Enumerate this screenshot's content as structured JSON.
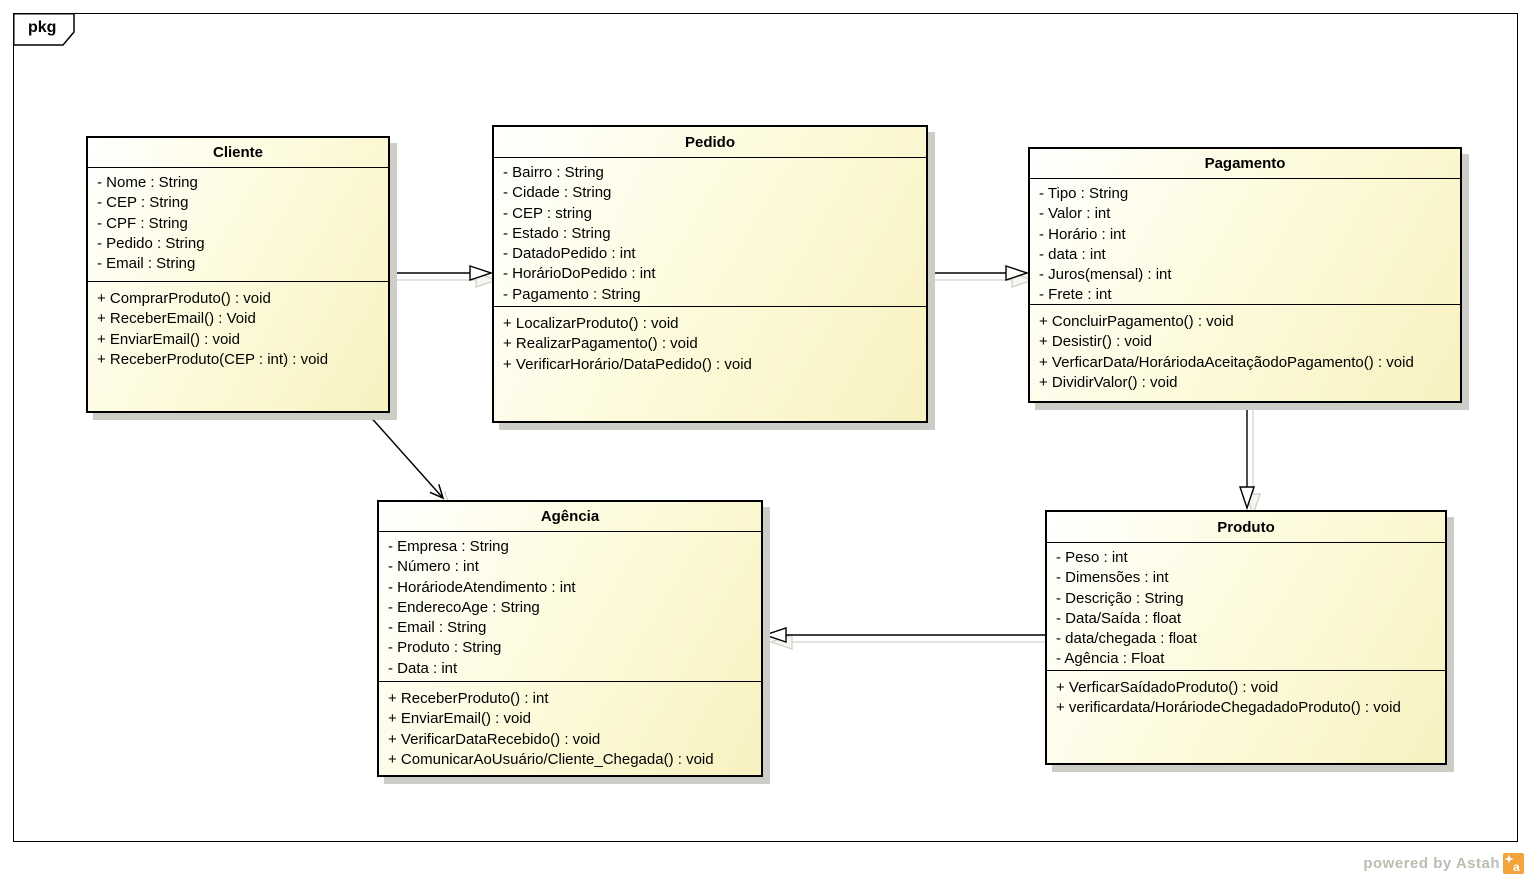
{
  "frame": {
    "label": "pkg"
  },
  "footer": {
    "powered_by": "powered by Astah",
    "logo_icon": "astah-logo"
  },
  "colors": {
    "box_fill_start": "#ffffff",
    "box_fill_end": "#f8f1c0",
    "box_border": "#000000",
    "box_shadow": "#cdcdc7",
    "watermark_text": "#bcbcb2",
    "astah_logo_orange": "#f2a33a"
  },
  "classes": [
    {
      "name": "Cliente",
      "attributes": [
        "- Nome : String",
        "- CEP : String",
        "- CPF : String",
        "- Pedido : String",
        "- Email : String"
      ],
      "methods": [
        "+ ComprarProduto() : void",
        "+ ReceberEmail() : Void",
        "+ EnviarEmail() : void",
        "+ ReceberProduto(CEP : int) : void"
      ]
    },
    {
      "name": "Pedido",
      "attributes": [
        "- Bairro : String",
        "- Cidade : String",
        "- CEP : string",
        "- Estado : String",
        "- DatadoPedido : int",
        "- HorárioDoPedido : int",
        "- Pagamento : String"
      ],
      "methods": [
        "+ LocalizarProduto() : void",
        "+ RealizarPagamento() : void",
        "+ VerificarHorário/DataPedido() : void"
      ]
    },
    {
      "name": "Pagamento",
      "attributes": [
        "- Tipo : String",
        "- Valor : int",
        "- Horário : int",
        "- data : int",
        "- Juros(mensal) : int",
        "- Frete : int"
      ],
      "methods": [
        "+ ConcluirPagamento() : void",
        "+ Desistir() : void",
        "+ VerficarData/HoráriodaAceitaçãodoPagamento() : void",
        "+ DividirValor() : void"
      ]
    },
    {
      "name": "Agência",
      "attributes": [
        "- Empresa : String",
        "- Número : int",
        "- HoráriodeAtendimento : int",
        "- EnderecoAge : String",
        "- Email : String",
        "- Produto : String",
        "- Data : int"
      ],
      "methods": [
        "+ ReceberProduto() : int",
        "+ EnviarEmail() : void",
        "+ VerificarDataRecebido() : void",
        "+ ComunicarAoUsuário/Cliente_Chegada() : void"
      ]
    },
    {
      "name": "Produto",
      "attributes": [
        "- Peso : int",
        "- Dimensões : int",
        "- Descrição : String",
        "- Data/Saída : float",
        "- data/chegada : float",
        "- Agência : Float"
      ],
      "methods": [
        "+ VerficarSaídadoProduto() : void",
        "+ verificardata/HoráriodeChegadadoProduto() : void"
      ]
    }
  ],
  "relations": [
    {
      "from": "Cliente",
      "to": "Pedido",
      "type": "open-triangle-arrow"
    },
    {
      "from": "Pedido",
      "to": "Pagamento",
      "type": "open-triangle-arrow"
    },
    {
      "from": "Pagamento",
      "to": "Produto",
      "type": "open-triangle-arrow"
    },
    {
      "from": "Produto",
      "to": "Agência",
      "type": "open-triangle-arrow"
    },
    {
      "from": "Cliente",
      "to": "Agência",
      "type": "bidirectional-open-arrow"
    }
  ]
}
